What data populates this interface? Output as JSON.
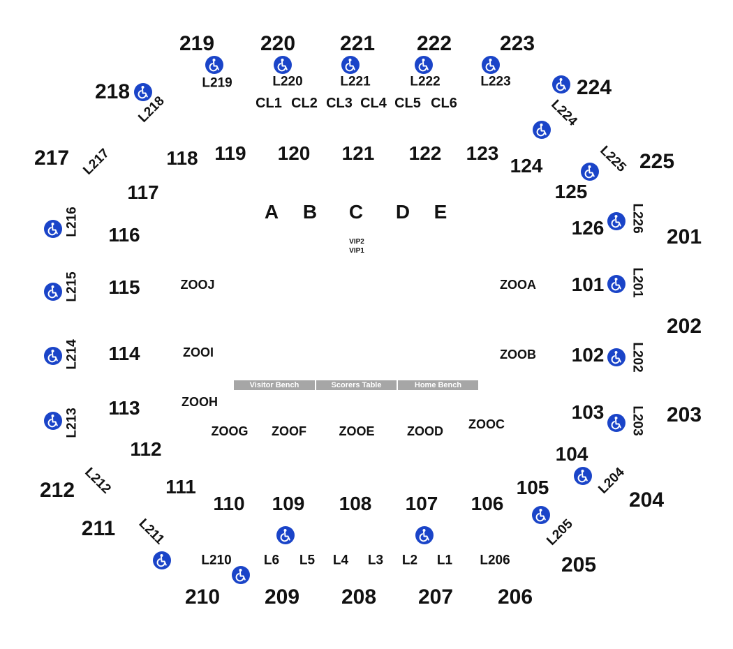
{
  "upper_sections": {
    "s201": "201",
    "s202": "202",
    "s203": "203",
    "s204": "204",
    "s205": "205",
    "s206": "206",
    "s207": "207",
    "s208": "208",
    "s209": "209",
    "s210": "210",
    "s211": "211",
    "s212": "212",
    "s217": "217",
    "s218": "218",
    "s219": "219",
    "s220": "220",
    "s221": "221",
    "s222": "222",
    "s223": "223",
    "s224": "224",
    "s225": "225"
  },
  "lower_sections": {
    "s101": "101",
    "s102": "102",
    "s103": "103",
    "s104": "104",
    "s105": "105",
    "s106": "106",
    "s107": "107",
    "s108": "108",
    "s109": "109",
    "s110": "110",
    "s111": "111",
    "s112": "112",
    "s113": "113",
    "s114": "114",
    "s115": "115",
    "s116": "116",
    "s117": "117",
    "s118": "118",
    "s119": "119",
    "s120": "120",
    "s121": "121",
    "s122": "122",
    "s123": "123",
    "s124": "124",
    "s125": "125",
    "s126": "126"
  },
  "loge_sections": {
    "L201": "L201",
    "L202": "L202",
    "L203": "L203",
    "L204": "L204",
    "L205": "L205",
    "L206": "L206",
    "L210": "L210",
    "L211": "L211",
    "L212": "L212",
    "L213": "L213",
    "L214": "L214",
    "L215": "L215",
    "L216": "L216",
    "L217": "L217",
    "L218": "L218",
    "L219": "L219",
    "L220": "L220",
    "L221": "L221",
    "L222": "L222",
    "L223": "L223",
    "L224": "L224",
    "L225": "L225",
    "L226": "L226",
    "L1": "L1",
    "L2": "L2",
    "L3": "L3",
    "L4": "L4",
    "L5": "L5",
    "L6": "L6"
  },
  "club_sections": {
    "CL1": "CL1",
    "CL2": "CL2",
    "CL3": "CL3",
    "CL4": "CL4",
    "CL5": "CL5",
    "CL6": "CL6"
  },
  "floor_sections": {
    "A": "A",
    "B": "B",
    "C": "C",
    "D": "D",
    "E": "E",
    "VIP2": "VIP2",
    "VIP1": "VIP1"
  },
  "zoo_sections": {
    "ZOOA": "ZOOA",
    "ZOOB": "ZOOB",
    "ZOOC": "ZOOC",
    "ZOOD": "ZOOD",
    "ZOOE": "ZOOE",
    "ZOOF": "ZOOF",
    "ZOOG": "ZOOG",
    "ZOOH": "ZOOH",
    "ZOOI": "ZOOI",
    "ZOOJ": "ZOOJ"
  },
  "benches": {
    "visitor": "Visitor Bench",
    "scorers": "Scorers Table",
    "home": "Home Bench"
  },
  "icons": {
    "accessible": "wheelchair-icon"
  },
  "colors": {
    "accessible_icon": "#1a44c8",
    "bench_bar": "#a6a6a6",
    "label_text": "#111111"
  }
}
